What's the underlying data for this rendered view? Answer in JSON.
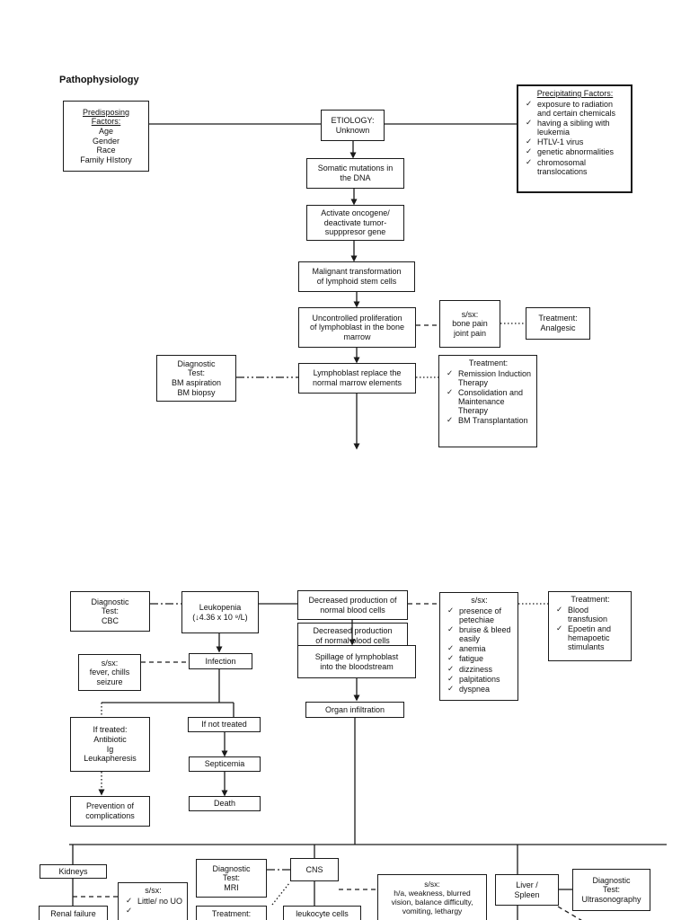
{
  "title": "Pathophysiology",
  "glyphs": {
    "check": "✓"
  },
  "colors": {
    "ink": "#1a1a1a",
    "background": "#ffffff"
  },
  "top": {
    "predisposing": {
      "heading1": "Predisposing",
      "heading2": "Factors:",
      "lines": [
        "Age",
        "Gender",
        "Race",
        "Family HIstory"
      ]
    },
    "etiology": {
      "lines": [
        "ETIOLOGY:",
        "Unknown"
      ]
    },
    "precipitating": {
      "heading": "Precipitating Factors:",
      "items": [
        "exposure to radiation and certain chemicals",
        "having a sibling with leukemia",
        "HTLV-1 virus",
        "genetic abnormalities",
        "chromosomal translocations"
      ]
    },
    "somatic": {
      "lines": [
        "Somatic mutations in",
        "the DNA"
      ]
    },
    "activate": {
      "lines": [
        "Activate oncogene/",
        "deactivate tumor-",
        "supppresor gene"
      ]
    },
    "malignant": {
      "lines": [
        "Malignant transformation",
        "of lymphoid stem cells"
      ]
    },
    "uncontrolled": {
      "lines": [
        "Uncontrolled proliferation",
        "of lymphoblast in the bone",
        "marrow"
      ]
    },
    "ssx_bone": {
      "lines": [
        "s/sx:",
        "bone pain",
        "joint pain"
      ]
    },
    "treatment_analgesic": {
      "lines": [
        "Treatment:",
        "Analgesic"
      ]
    },
    "diagnostic_bm": {
      "lines": [
        "Diagnostic",
        "Test:",
        "BM aspiration",
        "BM biopsy"
      ]
    },
    "lymphoblast": {
      "lines": [
        "Lymphoblast replace the",
        "normal marrow elements"
      ]
    },
    "treatment_marrow": {
      "heading": "Treatment:",
      "items": [
        "Remission Induction Therapy",
        "Consolidation and Maintenance Therapy",
        "BM Transplantation"
      ]
    }
  },
  "middle": {
    "diagnostic_cbc": {
      "lines": [
        "Diagnostic",
        "Test:",
        "CBC"
      ]
    },
    "leukopenia": {
      "lines": [
        "Leukopenia",
        "(↓4.36 x 10 ⁹/L)"
      ]
    },
    "decreased1": {
      "lines": [
        "Decreased production of",
        "normal blood cells"
      ]
    },
    "decreased2": {
      "lines": [
        "Decreased production",
        "of normal blood cells"
      ]
    },
    "spillage": {
      "lines": [
        "Spillage of lymphoblast",
        "into the bloodstream"
      ]
    },
    "ssx_blood": {
      "heading": "s/sx:",
      "items": [
        "presence of petechiae",
        "bruise & bleed easily",
        "anemia",
        "fatigue",
        "dizziness",
        "palpitations",
        "dyspnea"
      ]
    },
    "treatment_blood": {
      "heading": "Treatment:",
      "items": [
        "Blood transfusion",
        "Epoetin and hemapoetic stimulants"
      ]
    },
    "ssx_fever": {
      "lines": [
        "s/sx:",
        "fever, chills",
        "seizure"
      ]
    },
    "infection": {
      "label": "Infection"
    },
    "organ": {
      "label": "Organ infiltration"
    },
    "if_treated": {
      "lines": [
        "If treated:",
        "Antibiotic",
        "Ig",
        "Leukapheresis"
      ]
    },
    "if_not_treated": {
      "label": "If not treated"
    },
    "septicemia": {
      "label": "Septicemia"
    },
    "death": {
      "label": "Death"
    },
    "prevention": {
      "lines": [
        "Prevention of",
        "complications"
      ]
    }
  },
  "bottom": {
    "kidneys": {
      "label": "Kidneys"
    },
    "renal_failure": {
      "label": "Renal failure"
    },
    "ssx_uo": {
      "heading": "s/sx:",
      "items": [
        "Little/ no UO",
        ""
      ]
    },
    "diagnostic_mri": {
      "lines": [
        "Diagnostic",
        "Test:",
        "MRI"
      ]
    },
    "cns": {
      "label": "CNS"
    },
    "treatment_cns": {
      "label": "Treatment:"
    },
    "leukocyte": {
      "label": "leukocyte cells"
    },
    "ssx_cns": {
      "lines": [
        "s/sx:",
        "h/a, weakness, blurred",
        "vision, balance difficulty,",
        "vomiting, lethargy"
      ]
    },
    "liver_spleen": {
      "lines": [
        "Liver /",
        "Spleen"
      ]
    },
    "diagnostic_ultrasound": {
      "lines": [
        "Diagnostic",
        "Test:",
        "Ultrasonography"
      ]
    }
  }
}
